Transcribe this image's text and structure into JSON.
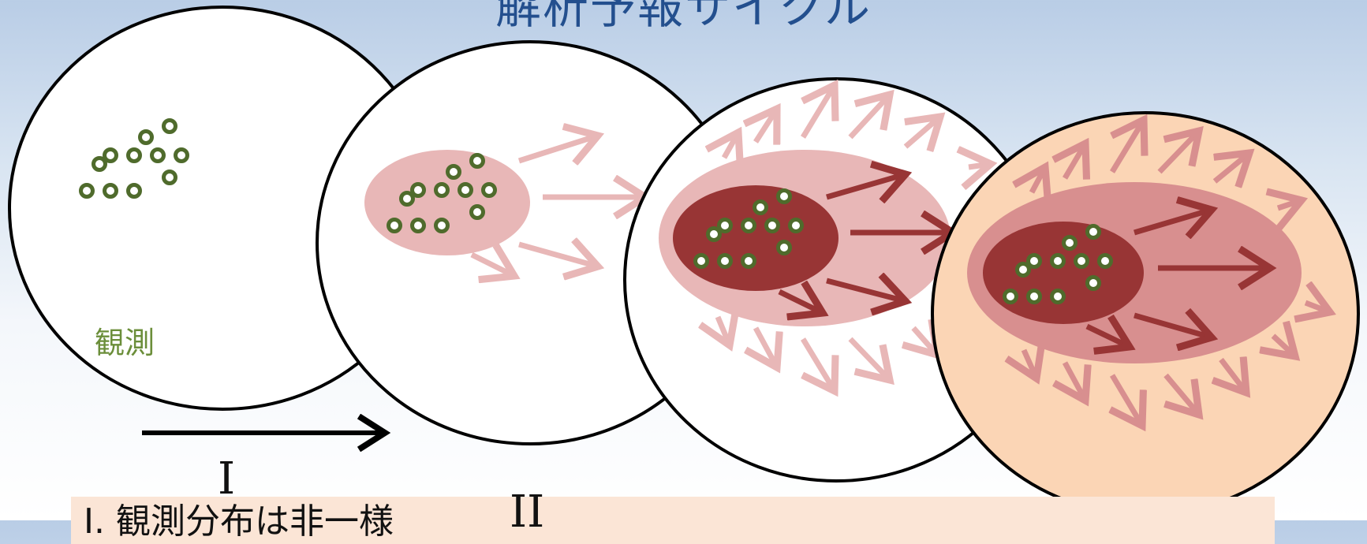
{
  "title": "解析予報サイクル",
  "observation_label": "観測",
  "stage_labels": [
    "I",
    "II"
  ],
  "bottom_note": "I. 観測分布は非一様",
  "colors": {
    "title": "#234f8e",
    "observation_point": "#4f6b2c",
    "observation_label": "#6b8e3a",
    "uncertainty_light": "#e8b7b7",
    "uncertainty_mid": "#d88f8f",
    "uncertainty_dark": "#983535",
    "final_background": "#fbd5b5",
    "note_background": "#fbe5d6"
  },
  "icons": [
    "observation-point-icon",
    "spread-arrow-icon",
    "time-arrow-icon"
  ]
}
